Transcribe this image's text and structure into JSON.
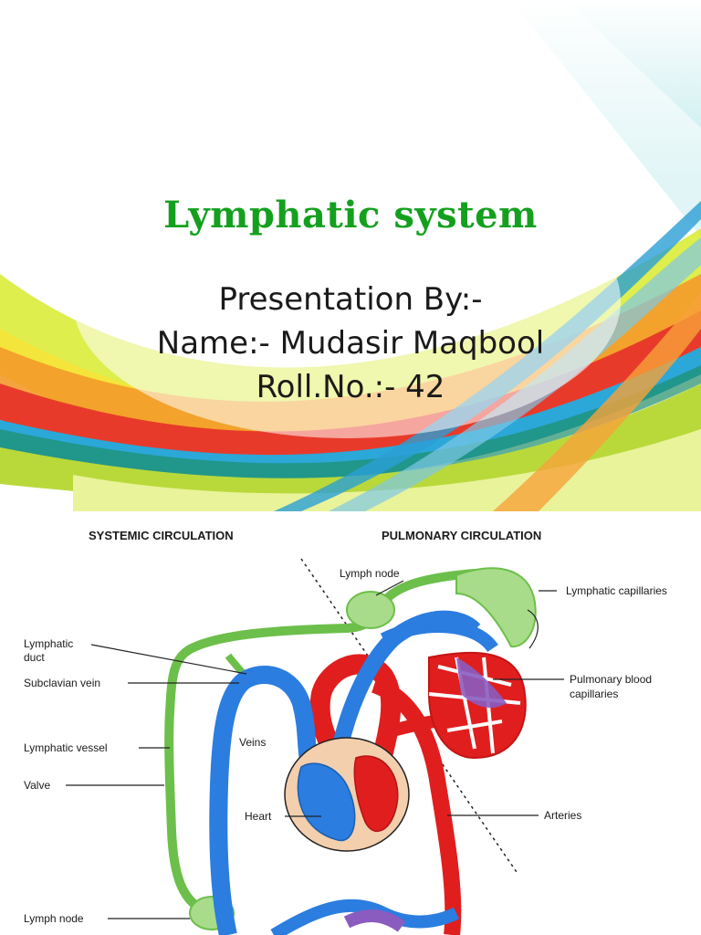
{
  "slide": {
    "title": "Lymphatic system",
    "line1": "Presentation By:-",
    "line2": "Name:- Mudasir Maqbool",
    "line3": "Roll.No.:- 42"
  },
  "diagram": {
    "headers": {
      "systemic": "SYSTEMIC CIRCULATION",
      "pulmonary": "PULMONARY CIRCULATION"
    },
    "labels": {
      "lymph_node_top": "Lymph node",
      "lymphatic_capillaries": "Lymphatic capillaries",
      "lymphatic_duct_1": "Lymphatic",
      "lymphatic_duct_2": "duct",
      "subclavian_vein": "Subclavian vein",
      "pulmonary_blood_1": "Pulmonary blood",
      "pulmonary_blood_2": "capillaries",
      "veins": "Veins",
      "lymphatic_vessel": "Lymphatic vessel",
      "valve": "Valve",
      "heart": "Heart",
      "arteries": "Arteries",
      "lymph_node_bottom": "Lymph node"
    },
    "colors": {
      "lymph": "#6cbf4a",
      "vein": "#2b7de0",
      "artery": "#e01e1e",
      "capillary_mix": "#8a5cc0",
      "heart_bg": "#f3cfae"
    }
  }
}
